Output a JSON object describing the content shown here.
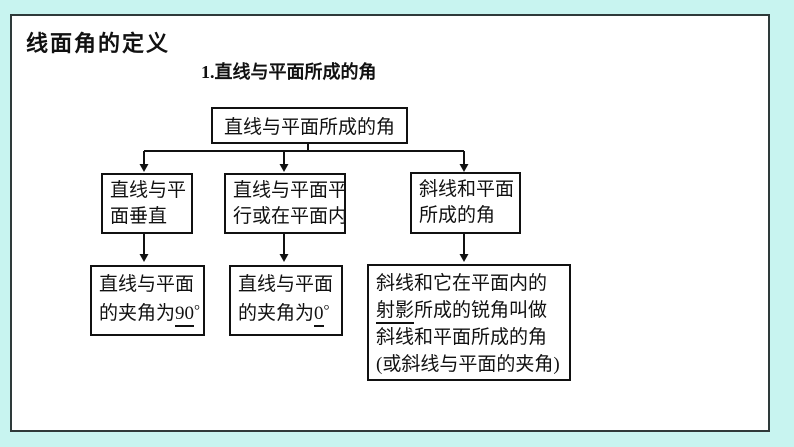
{
  "header": {
    "title": "线面角的定义",
    "subtitle": "1.直线与平面所成的角"
  },
  "flowchart": {
    "root_label": "直线与平面所成的角",
    "branches": [
      {
        "line1": "直线与平",
        "line2": "面垂直"
      },
      {
        "line1": "直线与平面平",
        "line2": "行或在平面内"
      },
      {
        "line1": "斜线和平面",
        "line2": "所成的角"
      }
    ],
    "outcomes": {
      "perpendicular": {
        "line1": "直线与平面",
        "line2_prefix": "的夹角为",
        "value": "90",
        "degree": "°"
      },
      "parallel": {
        "line1": "直线与平面",
        "line2_prefix": "的夹角为",
        "value": "0",
        "degree": "°"
      },
      "oblique": {
        "line1": "斜线和它在平面内的",
        "line2_underlined": "射影",
        "line2_rest": "所成的锐角叫做",
        "line3": "斜线和平面所成的角",
        "line4": "(或斜线与平面的夹角)"
      }
    }
  },
  "colors": {
    "background": "#c8f4f0",
    "panel_border": "#2e3a3a",
    "box_border": "#111111",
    "connector": "#111111",
    "text": "#111111"
  }
}
